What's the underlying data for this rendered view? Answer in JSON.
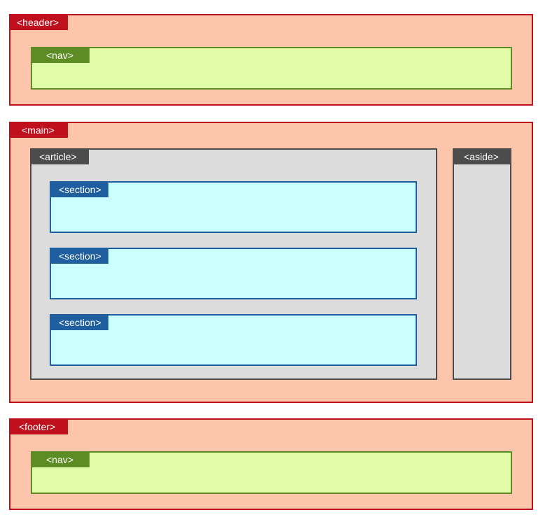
{
  "header": {
    "tag": "<header>",
    "nav": {
      "tag": "<nav>"
    }
  },
  "main": {
    "tag": "<main>",
    "article": {
      "tag": "<article>",
      "sections": [
        {
          "tag": "<section>"
        },
        {
          "tag": "<section>"
        },
        {
          "tag": "<section>"
        }
      ]
    },
    "aside": {
      "tag": "<aside>"
    }
  },
  "footer": {
    "tag": "<footer>",
    "nav": {
      "tag": "<nav>"
    }
  },
  "colors": {
    "header_footer_main_fill": "#fdc6ac",
    "header_footer_main_border": "#c0101e",
    "nav_fill": "#e0fca6",
    "nav_border": "#5e8c24",
    "article_aside_fill": "#dcdcdc",
    "article_aside_border": "#4c4c4c",
    "section_fill": "#ccffff",
    "section_border": "#1f5fa0"
  }
}
